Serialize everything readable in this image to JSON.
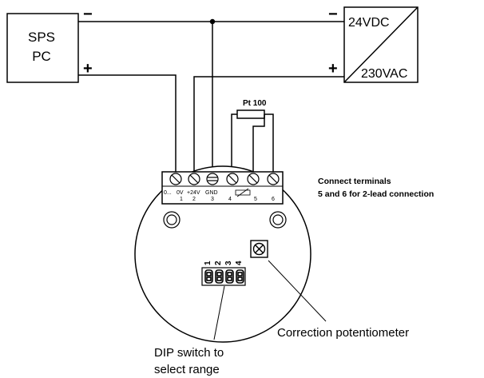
{
  "sps_box": {
    "line1": "SPS",
    "line2": "PC"
  },
  "supply_box": {
    "dc": "24VDC",
    "ac": "230VAC"
  },
  "polarity": {
    "minus": "−",
    "plus": "+"
  },
  "sensor_label": "Pt 100",
  "terminal_labels": {
    "t_top": [
      "0...",
      "0V",
      "+24V",
      "GND",
      "",
      ""
    ],
    "t_num": [
      "",
      "1",
      "2",
      "3",
      "4",
      "5",
      "6"
    ]
  },
  "dip_numbers": [
    "1",
    "2",
    "3",
    "4"
  ],
  "note": {
    "line1": "Connect terminals",
    "line2": "5 and 6 for 2-lead connection"
  },
  "callouts": {
    "potentiometer": "Correction potentiometer",
    "dip_line1": "DIP switch to",
    "dip_line2": "select range"
  }
}
